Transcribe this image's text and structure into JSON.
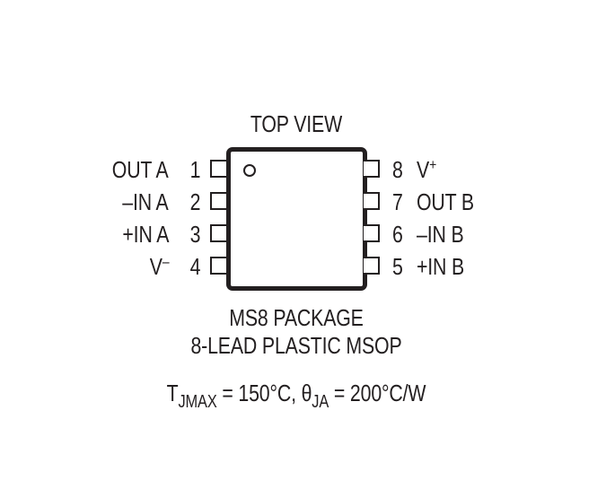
{
  "diagram": {
    "title": "TOP VIEW",
    "package_name": "MS8 PACKAGE",
    "package_desc": "8-LEAD PLASTIC MSOP",
    "thermal": {
      "tjmax_symbol": "T",
      "tjmax_sub": "JMAX",
      "tjmax_value": " = 150°C, ",
      "theta_symbol": "θ",
      "theta_sub": "JA",
      "theta_value": " = 200°C/W"
    },
    "left_pins": [
      {
        "num": "1",
        "label": "OUT A",
        "sup": ""
      },
      {
        "num": "2",
        "label": "–IN A",
        "sup": ""
      },
      {
        "num": "3",
        "label": "+IN A",
        "sup": ""
      },
      {
        "num": "4",
        "label": "V",
        "sup": "–"
      }
    ],
    "right_pins": [
      {
        "num": "8",
        "label": "V",
        "sup": "+"
      },
      {
        "num": "7",
        "label": "OUT B",
        "sup": ""
      },
      {
        "num": "6",
        "label": "–IN B",
        "sup": ""
      },
      {
        "num": "5",
        "label": "+IN B",
        "sup": ""
      }
    ],
    "colors": {
      "ink": "#231f20",
      "background": "#ffffff"
    }
  }
}
